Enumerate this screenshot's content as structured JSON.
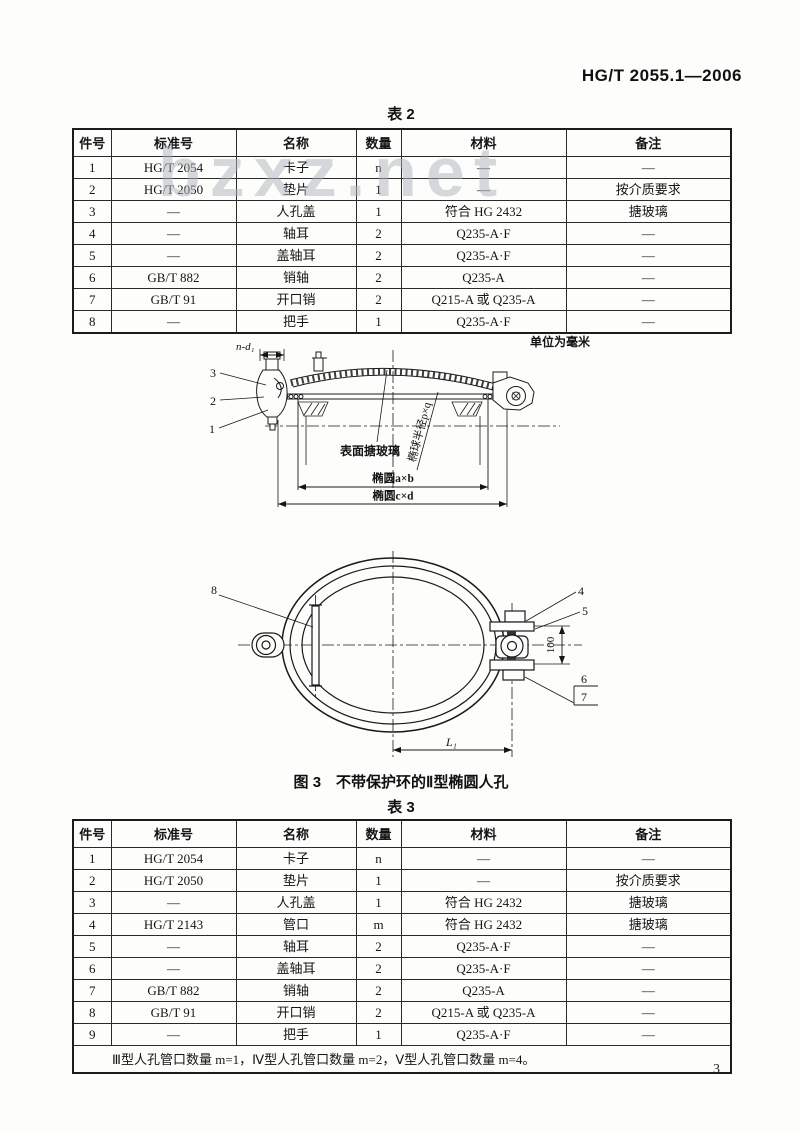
{
  "page": {
    "standard_number": "HG/T 2055.1—2006",
    "watermark": "bzxz.net",
    "page_number": "3"
  },
  "table2": {
    "caption": "表 2",
    "headers": [
      "件号",
      "标准号",
      "名称",
      "数量",
      "材料",
      "备注"
    ],
    "rows": [
      [
        "1",
        "HG/T 2054",
        "卡子",
        "n",
        "—",
        "—"
      ],
      [
        "2",
        "HG/T 2050",
        "垫片",
        "1",
        "—",
        "按介质要求"
      ],
      [
        "3",
        "—",
        "人孔盖",
        "1",
        "符合 HG 2432",
        "搪玻璃"
      ],
      [
        "4",
        "—",
        "轴耳",
        "2",
        "Q235-A·F",
        "—"
      ],
      [
        "5",
        "—",
        "盖轴耳",
        "2",
        "Q235-A·F",
        "—"
      ],
      [
        "6",
        "GB/T 882",
        "销轴",
        "2",
        "Q235-A",
        "—"
      ],
      [
        "7",
        "GB/T 91",
        "开口销",
        "2",
        "Q215-A 或 Q235-A",
        "—"
      ],
      [
        "8",
        "—",
        "把手",
        "1",
        "Q235-A·F",
        "—"
      ]
    ]
  },
  "section_view": {
    "unit_note": "单位为毫米",
    "bolt_dim_label": "n-d₁",
    "part_label_3": "3",
    "part_label_2": "2",
    "part_label_1": "1",
    "surface_label": "表面搪玻璃",
    "ellipsoid_radius_label": "椭球半径p×q",
    "dim_ellipse_ab": "椭圆a×b",
    "dim_ellipse_cd": "椭圆c×d"
  },
  "plan_view": {
    "part_label_8": "8",
    "part_label_4": "4",
    "part_label_5": "5",
    "part_label_6": "6",
    "part_label_7": "7",
    "dim_100": "100",
    "dim_L1": "L₁"
  },
  "figure": {
    "caption": "图 3　不带保护环的Ⅱ型椭圆人孔"
  },
  "table3": {
    "caption": "表 3",
    "headers": [
      "件号",
      "标准号",
      "名称",
      "数量",
      "材料",
      "备注"
    ],
    "rows": [
      [
        "1",
        "HG/T 2054",
        "卡子",
        "n",
        "—",
        "—"
      ],
      [
        "2",
        "HG/T 2050",
        "垫片",
        "1",
        "—",
        "按介质要求"
      ],
      [
        "3",
        "—",
        "人孔盖",
        "1",
        "符合 HG 2432",
        "搪玻璃"
      ],
      [
        "4",
        "HG/T 2143",
        "管口",
        "m",
        "符合 HG 2432",
        "搪玻璃"
      ],
      [
        "5",
        "—",
        "轴耳",
        "2",
        "Q235-A·F",
        "—"
      ],
      [
        "6",
        "—",
        "盖轴耳",
        "2",
        "Q235-A·F",
        "—"
      ],
      [
        "7",
        "GB/T 882",
        "销轴",
        "2",
        "Q235-A",
        "—"
      ],
      [
        "8",
        "GB/T 91",
        "开口销",
        "2",
        "Q215-A 或 Q235-A",
        "—"
      ],
      [
        "9",
        "—",
        "把手",
        "1",
        "Q235-A·F",
        "—"
      ]
    ],
    "footnote": "Ⅲ型人孔管口数量 m=1，Ⅳ型人孔管口数量 m=2，Ⅴ型人孔管口数量 m=4。"
  }
}
